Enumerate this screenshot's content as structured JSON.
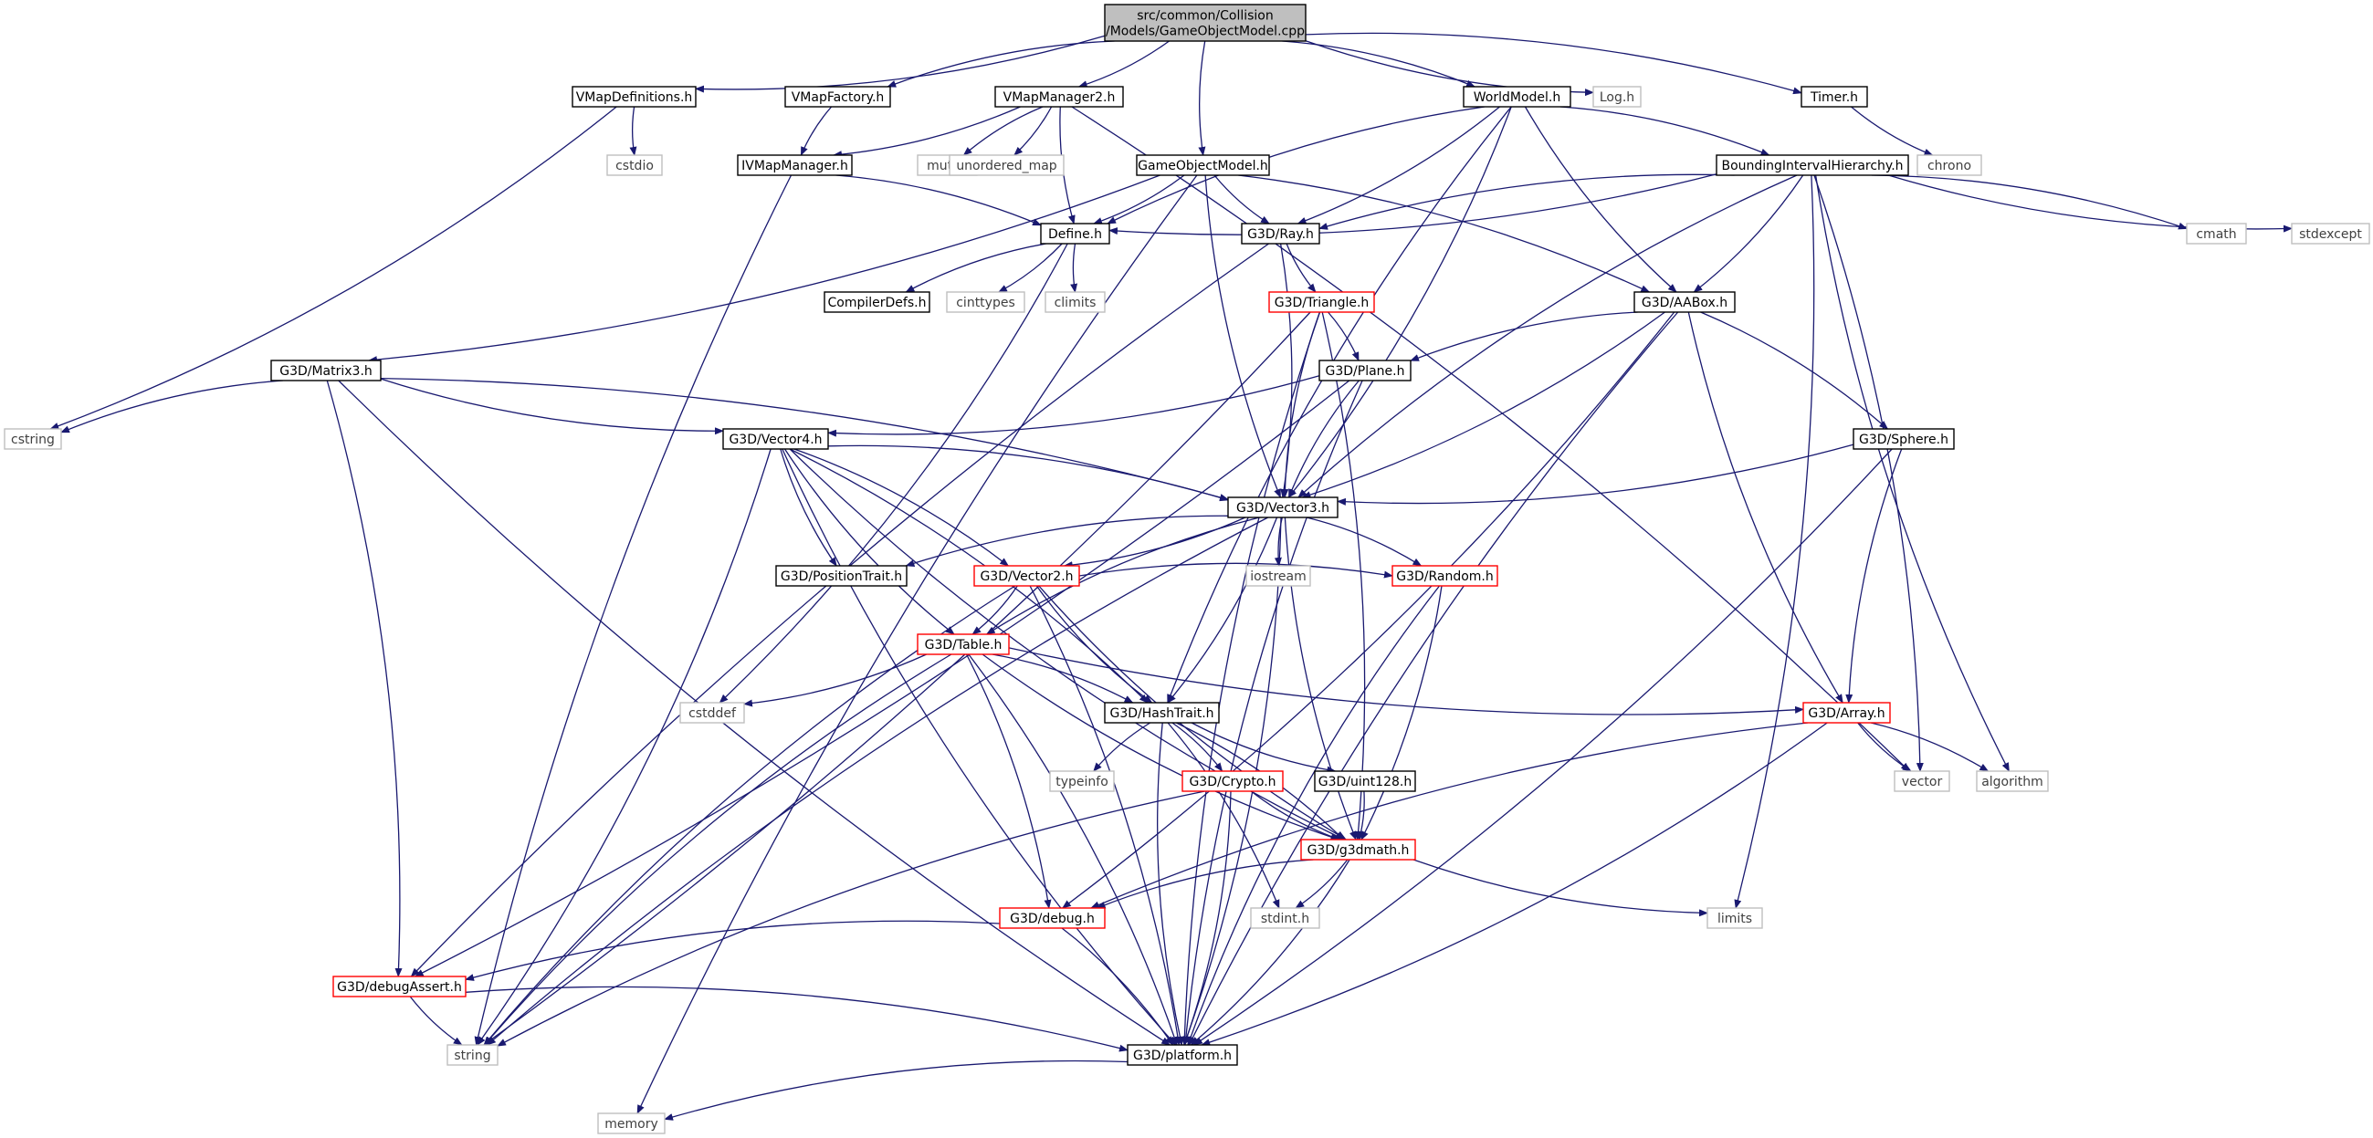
{
  "graph": {
    "colors": {
      "edge": "#191970",
      "border_project": "#000000",
      "border_external": "#bfbfbf",
      "border_truncated": "#ff0000",
      "root_fill": "#bfbfbf",
      "text_project": "#000000",
      "text_external": "#404040"
    },
    "nodes": [
      {
        "id": "root",
        "lines": [
          "src/common/Collision",
          "/Models/GameObjectModel.cpp"
        ],
        "kind": "root"
      },
      {
        "id": "vmapdefinitions",
        "lines": [
          "VMapDefinitions.h"
        ],
        "kind": "project"
      },
      {
        "id": "vmapfactory",
        "lines": [
          "VMapFactory.h"
        ],
        "kind": "project"
      },
      {
        "id": "vmapmanager2",
        "lines": [
          "VMapManager2.h"
        ],
        "kind": "project"
      },
      {
        "id": "worldmodel",
        "lines": [
          "WorldModel.h"
        ],
        "kind": "project"
      },
      {
        "id": "log",
        "lines": [
          "Log.h"
        ],
        "kind": "external"
      },
      {
        "id": "timer",
        "lines": [
          "Timer.h"
        ],
        "kind": "project"
      },
      {
        "id": "cstdio",
        "lines": [
          "cstdio"
        ],
        "kind": "external"
      },
      {
        "id": "ivmapmanager",
        "lines": [
          "IVMapManager.h"
        ],
        "kind": "project"
      },
      {
        "id": "mutex",
        "lines": [
          "mutex"
        ],
        "kind": "external"
      },
      {
        "id": "unordered_map",
        "lines": [
          "unordered_map"
        ],
        "kind": "external"
      },
      {
        "id": "gameobjectmodel",
        "lines": [
          "GameObjectModel.h"
        ],
        "kind": "project"
      },
      {
        "id": "bih",
        "lines": [
          "BoundingIntervalHierarchy.h"
        ],
        "kind": "project"
      },
      {
        "id": "chrono",
        "lines": [
          "chrono"
        ],
        "kind": "external"
      },
      {
        "id": "define",
        "lines": [
          "Define.h"
        ],
        "kind": "project"
      },
      {
        "id": "ray",
        "lines": [
          "G3D/Ray.h"
        ],
        "kind": "project"
      },
      {
        "id": "cmath",
        "lines": [
          "cmath"
        ],
        "kind": "external"
      },
      {
        "id": "stdexcept",
        "lines": [
          "stdexcept"
        ],
        "kind": "external"
      },
      {
        "id": "compilerdefs",
        "lines": [
          "CompilerDefs.h"
        ],
        "kind": "project"
      },
      {
        "id": "cinttypes",
        "lines": [
          "cinttypes"
        ],
        "kind": "external"
      },
      {
        "id": "climits",
        "lines": [
          "climits"
        ],
        "kind": "external"
      },
      {
        "id": "triangle",
        "lines": [
          "G3D/Triangle.h"
        ],
        "kind": "truncated"
      },
      {
        "id": "aabox",
        "lines": [
          "G3D/AABox.h"
        ],
        "kind": "project"
      },
      {
        "id": "matrix3",
        "lines": [
          "G3D/Matrix3.h"
        ],
        "kind": "project"
      },
      {
        "id": "plane",
        "lines": [
          "G3D/Plane.h"
        ],
        "kind": "project"
      },
      {
        "id": "cstring",
        "lines": [
          "cstring"
        ],
        "kind": "external"
      },
      {
        "id": "vector4",
        "lines": [
          "G3D/Vector4.h"
        ],
        "kind": "project"
      },
      {
        "id": "sphere",
        "lines": [
          "G3D/Sphere.h"
        ],
        "kind": "project"
      },
      {
        "id": "vector3",
        "lines": [
          "G3D/Vector3.h"
        ],
        "kind": "project"
      },
      {
        "id": "positiontrait",
        "lines": [
          "G3D/PositionTrait.h"
        ],
        "kind": "project"
      },
      {
        "id": "vector2",
        "lines": [
          "G3D/Vector2.h"
        ],
        "kind": "truncated"
      },
      {
        "id": "iostream",
        "lines": [
          "iostream"
        ],
        "kind": "external"
      },
      {
        "id": "random",
        "lines": [
          "G3D/Random.h"
        ],
        "kind": "truncated"
      },
      {
        "id": "table",
        "lines": [
          "G3D/Table.h"
        ],
        "kind": "truncated"
      },
      {
        "id": "cstddef",
        "lines": [
          "cstddef"
        ],
        "kind": "external"
      },
      {
        "id": "hashtrait",
        "lines": [
          "G3D/HashTrait.h"
        ],
        "kind": "project"
      },
      {
        "id": "array",
        "lines": [
          "G3D/Array.h"
        ],
        "kind": "truncated"
      },
      {
        "id": "typeinfo",
        "lines": [
          "typeinfo"
        ],
        "kind": "external"
      },
      {
        "id": "crypto",
        "lines": [
          "G3D/Crypto.h"
        ],
        "kind": "truncated"
      },
      {
        "id": "uint128",
        "lines": [
          "G3D/uint128.h"
        ],
        "kind": "project"
      },
      {
        "id": "vector",
        "lines": [
          "vector"
        ],
        "kind": "external"
      },
      {
        "id": "algorithm",
        "lines": [
          "algorithm"
        ],
        "kind": "external"
      },
      {
        "id": "g3dmath",
        "lines": [
          "G3D/g3dmath.h"
        ],
        "kind": "truncated"
      },
      {
        "id": "debug",
        "lines": [
          "G3D/debug.h"
        ],
        "kind": "truncated"
      },
      {
        "id": "stdint",
        "lines": [
          "stdint.h"
        ],
        "kind": "external"
      },
      {
        "id": "limits",
        "lines": [
          "limits"
        ],
        "kind": "external"
      },
      {
        "id": "debugassert",
        "lines": [
          "G3D/debugAssert.h"
        ],
        "kind": "truncated"
      },
      {
        "id": "string",
        "lines": [
          "string"
        ],
        "kind": "external"
      },
      {
        "id": "platform",
        "lines": [
          "G3D/platform.h"
        ],
        "kind": "project"
      },
      {
        "id": "memory",
        "lines": [
          "memory"
        ],
        "kind": "external"
      }
    ],
    "edges": [
      [
        "root",
        "vmapdefinitions"
      ],
      [
        "root",
        "vmapfactory"
      ],
      [
        "root",
        "vmapmanager2"
      ],
      [
        "root",
        "gameobjectmodel"
      ],
      [
        "root",
        "worldmodel"
      ],
      [
        "root",
        "log"
      ],
      [
        "root",
        "timer"
      ],
      [
        "vmapdefinitions",
        "cstdio"
      ],
      [
        "vmapdefinitions",
        "cstring"
      ],
      [
        "vmapfactory",
        "ivmapmanager"
      ],
      [
        "vmapmanager2",
        "ivmapmanager"
      ],
      [
        "vmapmanager2",
        "mutex"
      ],
      [
        "vmapmanager2",
        "unordered_map"
      ],
      [
        "vmapmanager2",
        "define"
      ],
      [
        "vmapmanager2",
        "vector"
      ],
      [
        "timer",
        "chrono"
      ],
      [
        "ivmapmanager",
        "define"
      ],
      [
        "ivmapmanager",
        "string"
      ],
      [
        "worldmodel",
        "bih"
      ],
      [
        "worldmodel",
        "define"
      ],
      [
        "worldmodel",
        "ray"
      ],
      [
        "worldmodel",
        "aabox"
      ],
      [
        "worldmodel",
        "vector3"
      ],
      [
        "worldmodel",
        "hashtrait"
      ],
      [
        "gameobjectmodel",
        "define"
      ],
      [
        "gameobjectmodel",
        "ray"
      ],
      [
        "gameobjectmodel",
        "aabox"
      ],
      [
        "gameobjectmodel",
        "vector3"
      ],
      [
        "gameobjectmodel",
        "matrix3"
      ],
      [
        "gameobjectmodel",
        "memory"
      ],
      [
        "bih",
        "define"
      ],
      [
        "bih",
        "ray"
      ],
      [
        "bih",
        "aabox"
      ],
      [
        "bih",
        "vector3"
      ],
      [
        "bih",
        "cmath"
      ],
      [
        "bih",
        "stdexcept"
      ],
      [
        "bih",
        "vector"
      ],
      [
        "bih",
        "algorithm"
      ],
      [
        "bih",
        "limits"
      ],
      [
        "define",
        "compilerdefs"
      ],
      [
        "define",
        "cinttypes"
      ],
      [
        "define",
        "climits"
      ],
      [
        "define",
        "cstddef"
      ],
      [
        "ray",
        "triangle"
      ],
      [
        "ray",
        "vector3"
      ],
      [
        "ray",
        "debugassert"
      ],
      [
        "triangle",
        "plane"
      ],
      [
        "triangle",
        "vector3"
      ],
      [
        "triangle",
        "g3dmath"
      ],
      [
        "triangle",
        "platform"
      ],
      [
        "triangle",
        "string"
      ],
      [
        "aabox",
        "plane"
      ],
      [
        "aabox",
        "sphere"
      ],
      [
        "aabox",
        "array"
      ],
      [
        "aabox",
        "vector3"
      ],
      [
        "aabox",
        "platform"
      ],
      [
        "aabox",
        "debug"
      ],
      [
        "matrix3",
        "vector4"
      ],
      [
        "matrix3",
        "vector3"
      ],
      [
        "matrix3",
        "cstring"
      ],
      [
        "matrix3",
        "debugassert"
      ],
      [
        "matrix3",
        "platform"
      ],
      [
        "plane",
        "vector4"
      ],
      [
        "plane",
        "vector3"
      ],
      [
        "plane",
        "debugassert"
      ],
      [
        "plane",
        "platform"
      ],
      [
        "vector4",
        "vector3"
      ],
      [
        "vector4",
        "positiontrait"
      ],
      [
        "vector4",
        "vector2"
      ],
      [
        "vector4",
        "table"
      ],
      [
        "vector4",
        "hashtrait"
      ],
      [
        "vector4",
        "g3dmath"
      ],
      [
        "vector4",
        "string"
      ],
      [
        "vector4",
        "platform"
      ],
      [
        "sphere",
        "vector3"
      ],
      [
        "sphere",
        "array"
      ],
      [
        "sphere",
        "platform"
      ],
      [
        "vector3",
        "positiontrait"
      ],
      [
        "vector3",
        "vector2"
      ],
      [
        "vector3",
        "iostream"
      ],
      [
        "vector3",
        "random"
      ],
      [
        "vector3",
        "table"
      ],
      [
        "vector3",
        "hashtrait"
      ],
      [
        "vector3",
        "g3dmath"
      ],
      [
        "vector3",
        "platform"
      ],
      [
        "vector3",
        "string"
      ],
      [
        "vector2",
        "table"
      ],
      [
        "vector2",
        "hashtrait"
      ],
      [
        "vector2",
        "random"
      ],
      [
        "vector2",
        "g3dmath"
      ],
      [
        "vector2",
        "platform"
      ],
      [
        "vector2",
        "string"
      ],
      [
        "random",
        "g3dmath"
      ],
      [
        "random",
        "platform"
      ],
      [
        "table",
        "hashtrait"
      ],
      [
        "table",
        "array"
      ],
      [
        "table",
        "debug"
      ],
      [
        "table",
        "g3dmath"
      ],
      [
        "table",
        "cstddef"
      ],
      [
        "table",
        "string"
      ],
      [
        "table",
        "platform"
      ],
      [
        "hashtrait",
        "typeinfo"
      ],
      [
        "hashtrait",
        "crypto"
      ],
      [
        "hashtrait",
        "uint128"
      ],
      [
        "hashtrait",
        "g3dmath"
      ],
      [
        "hashtrait",
        "platform"
      ],
      [
        "hashtrait",
        "stdint"
      ],
      [
        "array",
        "vector"
      ],
      [
        "array",
        "algorithm"
      ],
      [
        "array",
        "debug"
      ],
      [
        "array",
        "platform"
      ],
      [
        "crypto",
        "g3dmath"
      ],
      [
        "crypto",
        "platform"
      ],
      [
        "crypto",
        "string"
      ],
      [
        "uint128",
        "g3dmath"
      ],
      [
        "g3dmath",
        "debug"
      ],
      [
        "g3dmath",
        "stdint"
      ],
      [
        "g3dmath",
        "limits"
      ],
      [
        "g3dmath",
        "platform"
      ],
      [
        "debug",
        "debugassert"
      ],
      [
        "debug",
        "platform"
      ],
      [
        "debugassert",
        "string"
      ],
      [
        "debugassert",
        "platform"
      ],
      [
        "platform",
        "memory"
      ]
    ]
  }
}
